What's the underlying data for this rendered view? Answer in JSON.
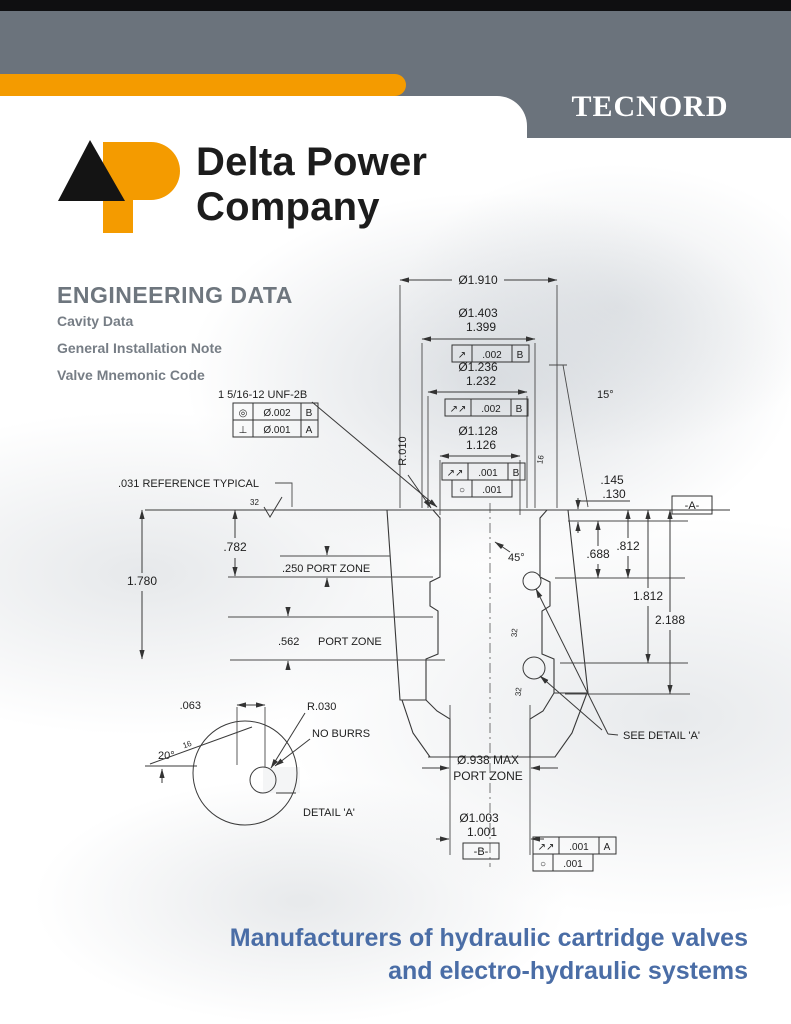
{
  "header": {
    "brand": "TECNORD",
    "logo_line1": "Delta Power",
    "logo_line2": "Company"
  },
  "section": {
    "title": "ENGINEERING DATA",
    "items": [
      "Cavity Data",
      "General Installation Note",
      "Valve Mnemonic Code"
    ]
  },
  "footer": {
    "tagline_line1": "Manufacturers of hydraulic cartridge valves",
    "tagline_line2": "and electro-hydraulic systems"
  },
  "colors": {
    "accent_orange": "#F49B00",
    "header_gray": "#6B737C",
    "tagline_blue": "#4A6DA6",
    "ink": "#1e1e1e"
  },
  "drawing": {
    "labels": {
      "dim_1910": "Ø1.910",
      "dim_1403": "Ø1.403",
      "dim_1399": "1.399",
      "dim_1236": "Ø1.236",
      "dim_1232": "1.232",
      "dim_1128": "Ø1.128",
      "dim_1126": "1.126",
      "thread": "1 5/16-12 UNF-2B",
      "r010": "R.010",
      "ref_031": ".031 REFERENCE TYPICAL",
      "angle_15": "15°",
      "angle_45": "45°",
      "angle_20": "20°",
      "finish_32": "32",
      "finish_16": "16",
      "dim_145": ".145",
      "dim_130": ".130",
      "datum_a": "-A-",
      "datum_b": "-B-",
      "dim_782": ".782",
      "dim_1780": "1.780",
      "zone_250": ".250 PORT ZONE",
      "zone_562": ".562",
      "zone_562b": "PORT ZONE",
      "dim_812": ".812",
      "dim_688": ".688",
      "dim_1812": "1.812",
      "dim_2188": "2.188",
      "see_detail": "SEE DETAIL 'A'",
      "max_938": "Ø.938 MAX",
      "max_938b": "PORT ZONE",
      "dim_1003": "Ø1.003",
      "dim_1001": "1.001",
      "dim_063": ".063",
      "r030": "R.030",
      "no_burrs": "NO BURRS",
      "detail_a": "DETAIL 'A'"
    },
    "fcf": {
      "f1": {
        "sym": "↗",
        "tol": ".002",
        "datum": "B"
      },
      "f2": {
        "sym": "↗↗",
        "tol": ".002",
        "datum": "B"
      },
      "f3": {
        "sym": "↗↗",
        "tol": ".001",
        "datum": "B"
      },
      "f4": {
        "sym": "○",
        "tol": ".001"
      },
      "f5": {
        "sym": "◎",
        "tol": "Ø.002",
        "datum": "B"
      },
      "f6": {
        "sym": "⊥",
        "tol": "Ø.001",
        "datum": "A"
      },
      "f7": {
        "sym": "↗↗",
        "tol": ".001",
        "datum": "A"
      },
      "f8": {
        "sym": "○",
        "tol": ".001"
      }
    }
  }
}
